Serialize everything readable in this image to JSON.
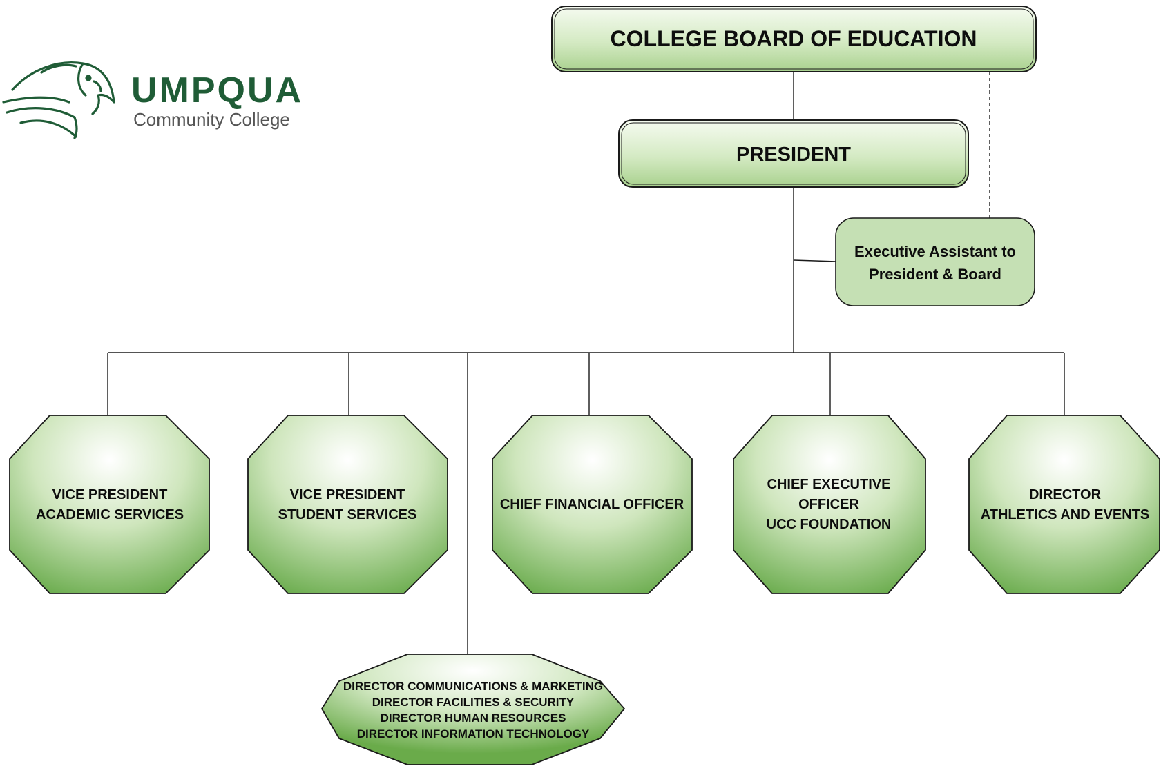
{
  "logo": {
    "name": "UMPQUA",
    "tagline": "Community College"
  },
  "board": {
    "label": "COLLEGE BOARD OF EDUCATION"
  },
  "president": {
    "label": "PRESIDENT"
  },
  "assistant": {
    "lines": [
      "Executive Assistant to",
      "President & Board"
    ]
  },
  "direct_reports": [
    {
      "id": "vp-academic",
      "lines": [
        "VICE PRESIDENT",
        "ACADEMIC SERVICES"
      ]
    },
    {
      "id": "vp-student",
      "lines": [
        "VICE PRESIDENT",
        "STUDENT SERVICES"
      ]
    },
    {
      "id": "cfo",
      "lines": [
        "CHIEF FINANCIAL OFFICER"
      ]
    },
    {
      "id": "ceo-foundation",
      "lines": [
        "CHIEF EXECUTIVE",
        "OFFICER",
        "UCC FOUNDATION"
      ]
    },
    {
      "id": "director-athletics",
      "lines": [
        "DIRECTOR",
        "ATHLETICS AND EVENTS"
      ]
    }
  ],
  "directors_group": {
    "lines": [
      "DIRECTOR COMMUNICATIONS & MARKETING",
      "DIRECTOR FACILITIES & SECURITY",
      "DIRECTOR HUMAN RESOURCES",
      "DIRECTOR INFORMATION TECHNOLOGY"
    ]
  },
  "colors": {
    "fill_light": "#f4faee",
    "fill_dark": "#a9d18e",
    "octagon_dark": "#6aab4a",
    "stroke": "#1a1a1a",
    "logo_green": "#1f5c36",
    "logo_gray": "#555555"
  }
}
